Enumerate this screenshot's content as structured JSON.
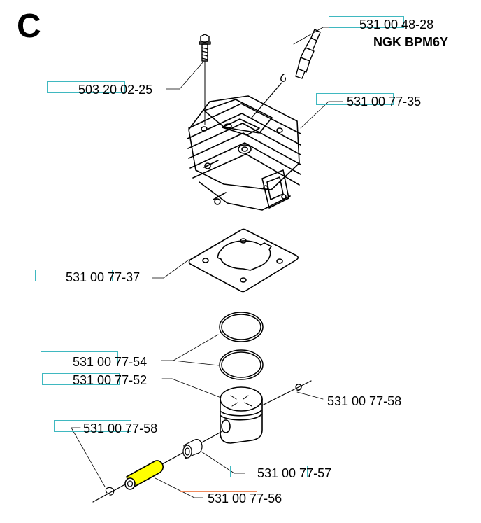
{
  "diagram": {
    "section_letter": "C",
    "spark_plug_spec": "NGK BPM6Y",
    "colors": {
      "highlight_box": "#3fb8c0",
      "selected_box": "#f08a5d",
      "piston_pin_fill": "#ffff00"
    },
    "parts": [
      {
        "id": "spark-plug",
        "number": "531 00 48-28",
        "name": "Spark plug"
      },
      {
        "id": "cylinder-screw",
        "number": "503 20 02-25",
        "name": "Screw"
      },
      {
        "id": "cylinder",
        "number": "531 00 77-35",
        "name": "Cylinder"
      },
      {
        "id": "cylinder-gasket",
        "number": "531 00 77-37",
        "name": "Gasket"
      },
      {
        "id": "piston-rings",
        "number": "531 00 77-54",
        "name": "Piston rings"
      },
      {
        "id": "piston",
        "number": "531 00 77-52",
        "name": "Piston"
      },
      {
        "id": "circlip-right",
        "number": "531 00 77-58",
        "name": "Circlip"
      },
      {
        "id": "circlip-left",
        "number": "531 00 77-58",
        "name": "Circlip"
      },
      {
        "id": "needle-bearing",
        "number": "531 00 77-57",
        "name": "Needle bearing"
      },
      {
        "id": "piston-pin",
        "number": "531 00 77-56",
        "name": "Piston pin",
        "selected": true
      }
    ]
  }
}
